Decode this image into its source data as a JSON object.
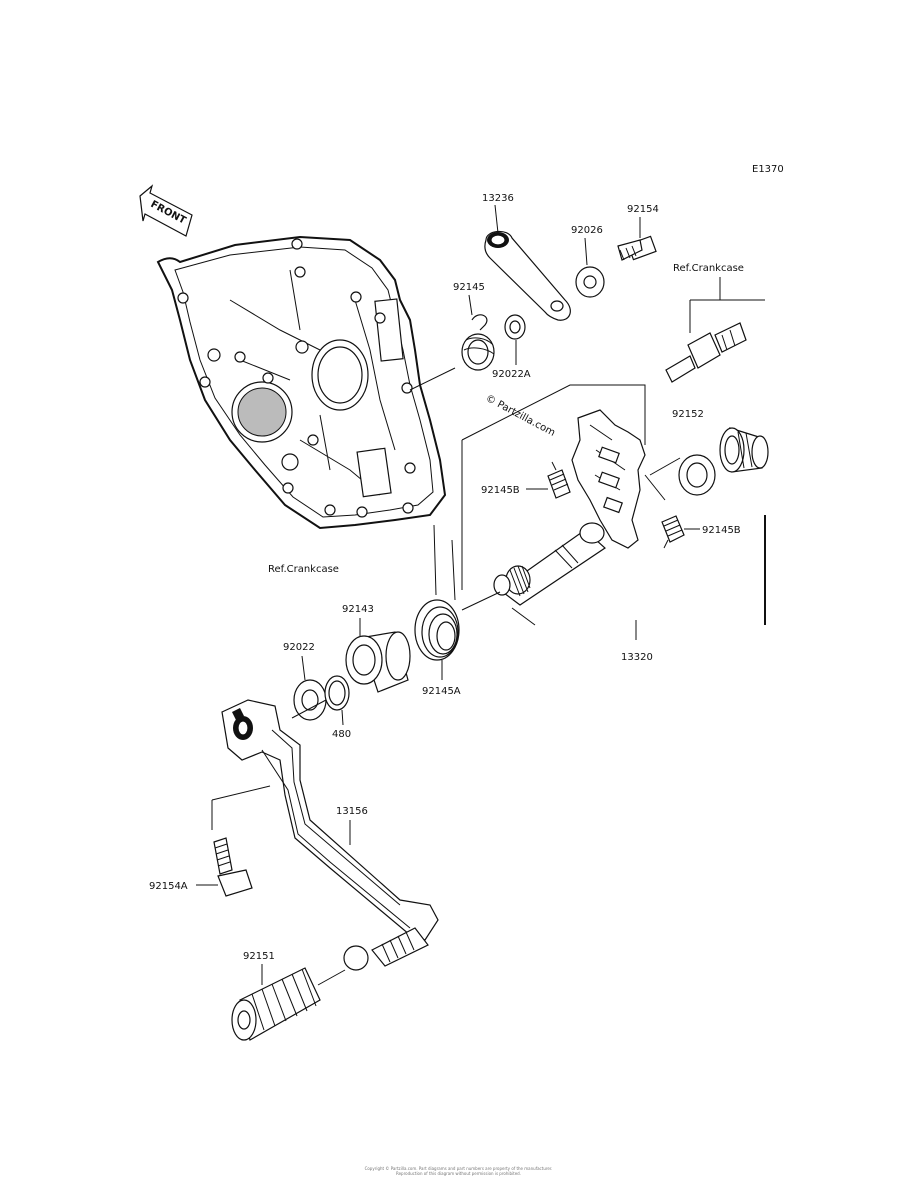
{
  "diagram": {
    "code": "E1370",
    "front_label": "FRONT",
    "watermark": "© Partzilla.com",
    "parts": {
      "p13236": "13236",
      "p92026": "92026",
      "p92154": "92154",
      "ref_crankcase_top": "Ref.Crankcase",
      "p92145": "92145",
      "p92022A": "92022A",
      "p92152": "92152",
      "p92145B_left": "92145B",
      "p92145B_right": "92145B",
      "ref_crankcase_left": "Ref.Crankcase",
      "p92143": "92143",
      "p92022": "92022",
      "p92145A": "92145A",
      "p480": "480",
      "p13320": "13320",
      "p13156": "13156",
      "p92154A": "92154A",
      "p92151": "92151"
    },
    "footer": [
      "Copyright © Partzilla.com. Part diagrams and part numbers are property of the manufacturer.",
      "Reproduction of this diagram without permission is prohibited."
    ]
  },
  "colors": {
    "line": "#111111",
    "background": "#ffffff"
  }
}
